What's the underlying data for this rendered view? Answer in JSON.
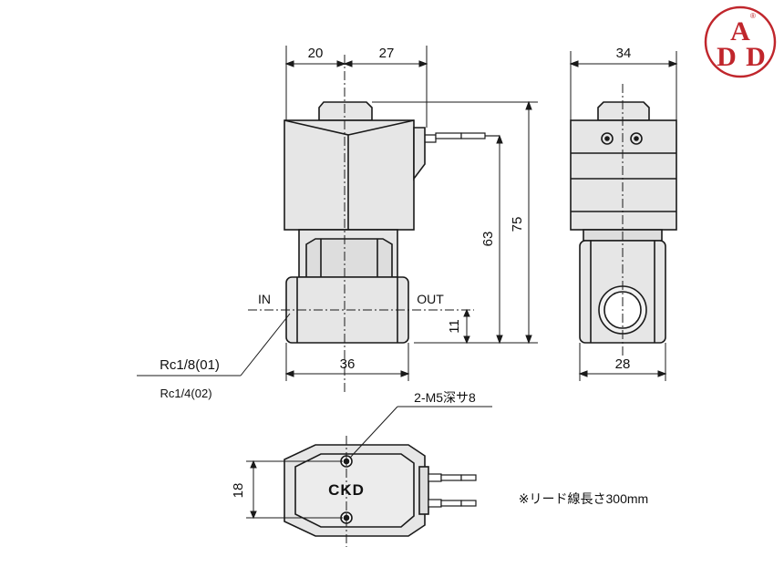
{
  "logo": {
    "text": "ADD",
    "letters": [
      "A",
      "D",
      "D"
    ],
    "registered": "®",
    "color": "#c0262c"
  },
  "front_view": {
    "dim_top_left": "20",
    "dim_top_right": "27",
    "dim_bottom": "36",
    "dim_height_total": "75",
    "dim_height_inner": "63",
    "dim_height_port": "11",
    "port_in": "IN",
    "port_out": "OUT",
    "thread_1": "Rc1/8(01)",
    "thread_2": "Rc1/4(02)"
  },
  "side_view": {
    "dim_top": "34",
    "dim_bottom": "28"
  },
  "bottom_view": {
    "mount_note": "2-M5深サ8",
    "dim_height": "18",
    "brand": "CKD",
    "lead_note": "※リード線長さ300mm"
  },
  "colors": {
    "body_fill": "#e6e6e6",
    "line": "#1a1a1a"
  }
}
